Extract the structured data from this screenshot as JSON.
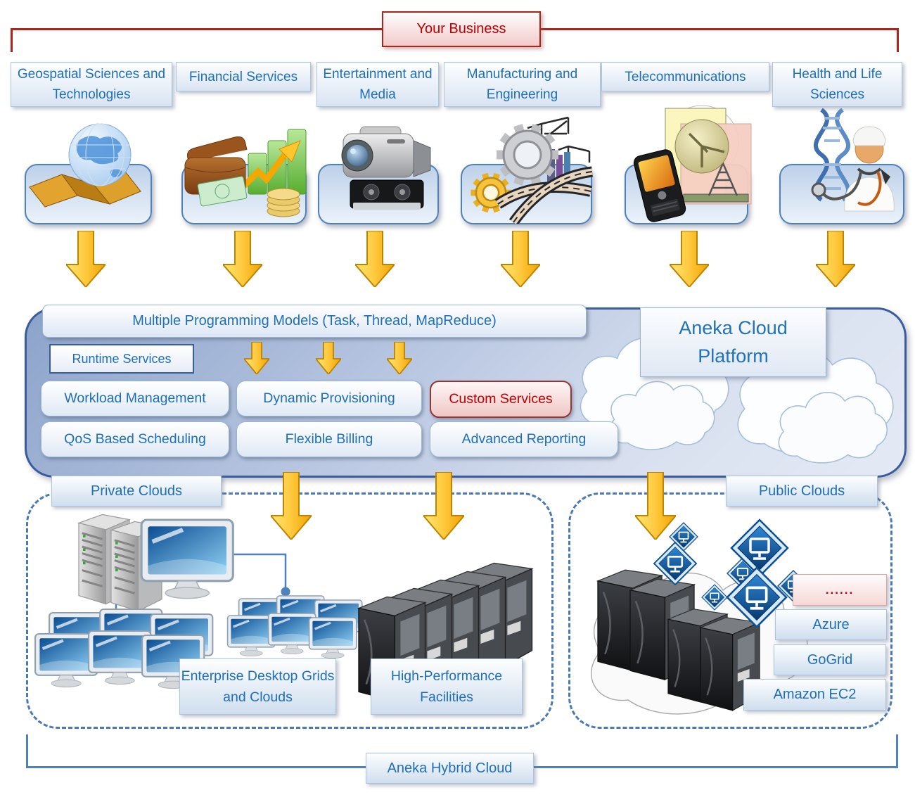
{
  "header": {
    "your_business": "Your Business"
  },
  "industries": [
    {
      "label": "Geospatial Sciences and Technologies",
      "icon": "globe-map-icon"
    },
    {
      "label": "Financial Services",
      "icon": "finance-chart-wallet-icon"
    },
    {
      "label": "Entertainment and Media",
      "icon": "video-camera-icon"
    },
    {
      "label": "Manufacturing and Engineering",
      "icon": "gears-construction-icon"
    },
    {
      "label": "Telecommunications",
      "icon": "phone-satellite-icon"
    },
    {
      "label": "Health and Life Sciences",
      "icon": "dna-doctor-icon"
    }
  ],
  "platform": {
    "title": "Aneka Cloud Platform",
    "programming_models": "Multiple Programming Models (Task, Thread, MapReduce)",
    "runtime_services": "Runtime Services",
    "services": {
      "workload": "Workload Management",
      "provisioning": "Dynamic Provisioning",
      "custom": "Custom Services",
      "qos": "QoS Based Scheduling",
      "billing": "Flexible Billing",
      "reporting": "Advanced Reporting"
    }
  },
  "private_clouds": {
    "label": "Private Clouds",
    "enterprise": "Enterprise Desktop Grids and Clouds",
    "hpc": "High-Performance Facilities"
  },
  "public_clouds": {
    "label": "Public Clouds",
    "more": "......",
    "providers": [
      "Azure",
      "GoGrid",
      "Amazon EC2"
    ]
  },
  "footer": {
    "label": "Aneka Hybrid Cloud"
  },
  "colors": {
    "accent_blue": "#1E6FB8",
    "accent_red": "#C00000",
    "arrow_gold": "#FFC424",
    "container_border": "#3A5C9E",
    "bracket_red": "#B02318",
    "bracket_blue": "#4f81bd"
  }
}
